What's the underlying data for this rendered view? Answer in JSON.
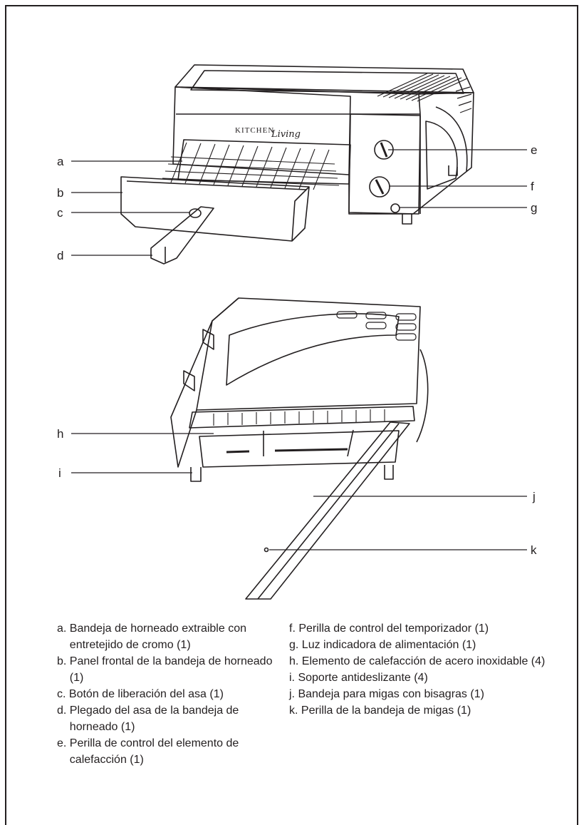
{
  "brand": {
    "line1": "KITCHEN",
    "line2": "Living"
  },
  "callouts": [
    {
      "letter": "a"
    },
    {
      "letter": "b"
    },
    {
      "letter": "c"
    },
    {
      "letter": "d"
    },
    {
      "letter": "e"
    },
    {
      "letter": "f"
    },
    {
      "letter": "g"
    },
    {
      "letter": "h"
    },
    {
      "letter": "i"
    },
    {
      "letter": "j"
    },
    {
      "letter": "k"
    }
  ],
  "legend": {
    "left": [
      {
        "letter": "a.",
        "text": "Bandeja de horneado extraible con entretejido de cromo (1)"
      },
      {
        "letter": "b.",
        "text": "Panel frontal de la bandeja de horneado (1)"
      },
      {
        "letter": "c.",
        "text": "Botón de liberación del asa (1)"
      },
      {
        "letter": "d.",
        "text": "Plegado del asa de la bandeja de horneado (1)"
      },
      {
        "letter": "e.",
        "text": "Perilla de control del elemento de calefacción (1)"
      }
    ],
    "right": [
      {
        "letter": "f.",
        "text": "Perilla de control del temporizador (1)"
      },
      {
        "letter": "g.",
        "text": "Luz indicadora de alimentación (1)"
      },
      {
        "letter": "h.",
        "text": "Elemento de calefacción de acero inoxidable (4)"
      },
      {
        "letter": "i.",
        "text": "Soporte antideslizante (4)"
      },
      {
        "letter": "j.",
        "text": "Bandeja para migas con bisagras (1)"
      },
      {
        "letter": "k.",
        "text": "Perilla de la bandeja de migas (1)"
      }
    ]
  }
}
